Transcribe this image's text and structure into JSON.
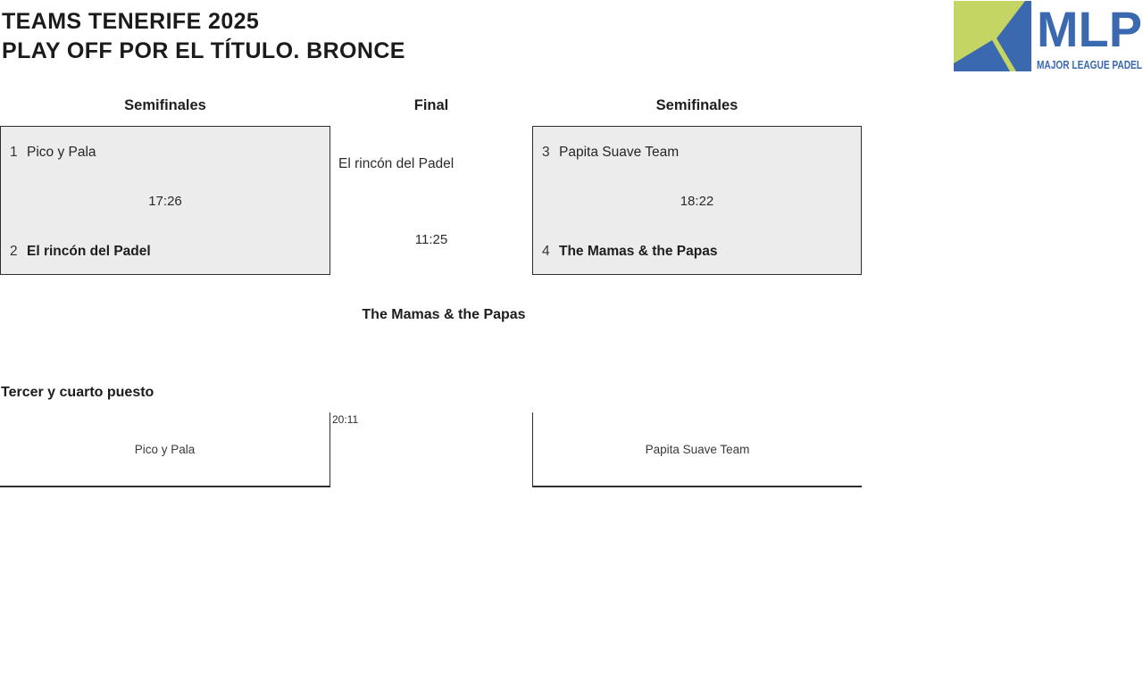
{
  "header": {
    "title_line1": "TEAMS TENERIFE 2025",
    "title_line2": "PLAY OFF POR EL TÍTULO. BRONCE"
  },
  "logo": {
    "wordmark": "MLP",
    "tagline": "MAJOR LEAGUE PADEL",
    "colors": {
      "green": "#c4d563",
      "blue": "#3a69b0"
    }
  },
  "bracket": {
    "headers": {
      "left": "Semifinales",
      "center": "Final",
      "right": "Semifinales"
    },
    "semifinal_left": {
      "seed_top": "1",
      "team_top": "Pico y Pala",
      "time": "17:26",
      "seed_bottom": "2",
      "team_bottom": "El rincón del Padel"
    },
    "semifinal_right": {
      "seed_top": "3",
      "team_top": "Papita Suave Team",
      "time": "18:22",
      "seed_bottom": "4",
      "team_bottom": "The Mamas & the Papas"
    },
    "final": {
      "finalist_left": "El rincón del Padel",
      "time": "11:25",
      "finalist_right": "The Mamas & the Papas"
    }
  },
  "third_place": {
    "heading": "Tercer y cuarto puesto",
    "team_left": "Pico y Pala",
    "time": "20:11",
    "team_right": "Papita Suave Team"
  },
  "colors": {
    "box_bg": "#ececec",
    "box_border": "#2e2e2e"
  }
}
